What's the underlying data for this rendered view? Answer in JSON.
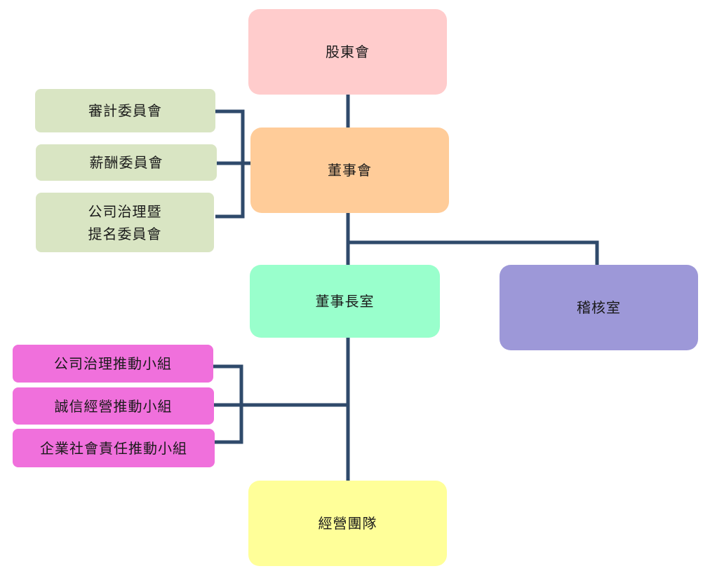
{
  "colors": {
    "connector": "#2f4a6b",
    "shareholders": "#ffcccc",
    "board": "#ffcc99",
    "chairman_office": "#99ffcc",
    "audit_office": "#9d98d8",
    "management": "#ffff99",
    "committees": "#d9e5c3",
    "task_groups": "#f070dc"
  },
  "nodes": {
    "shareholders": "股東會",
    "board": "董事會",
    "chairman_office": "董事長室",
    "audit_office": "稽核室",
    "management": "經營團隊"
  },
  "committees": {
    "audit": "審計委員會",
    "compensation": "薪酬委員會",
    "governance": "公司治理暨\n提名委員會"
  },
  "task_groups": {
    "corporate_governance": "公司治理推動小組",
    "integrity": "誠信經營推動小組",
    "csr": "企業社會責任推動小組"
  }
}
